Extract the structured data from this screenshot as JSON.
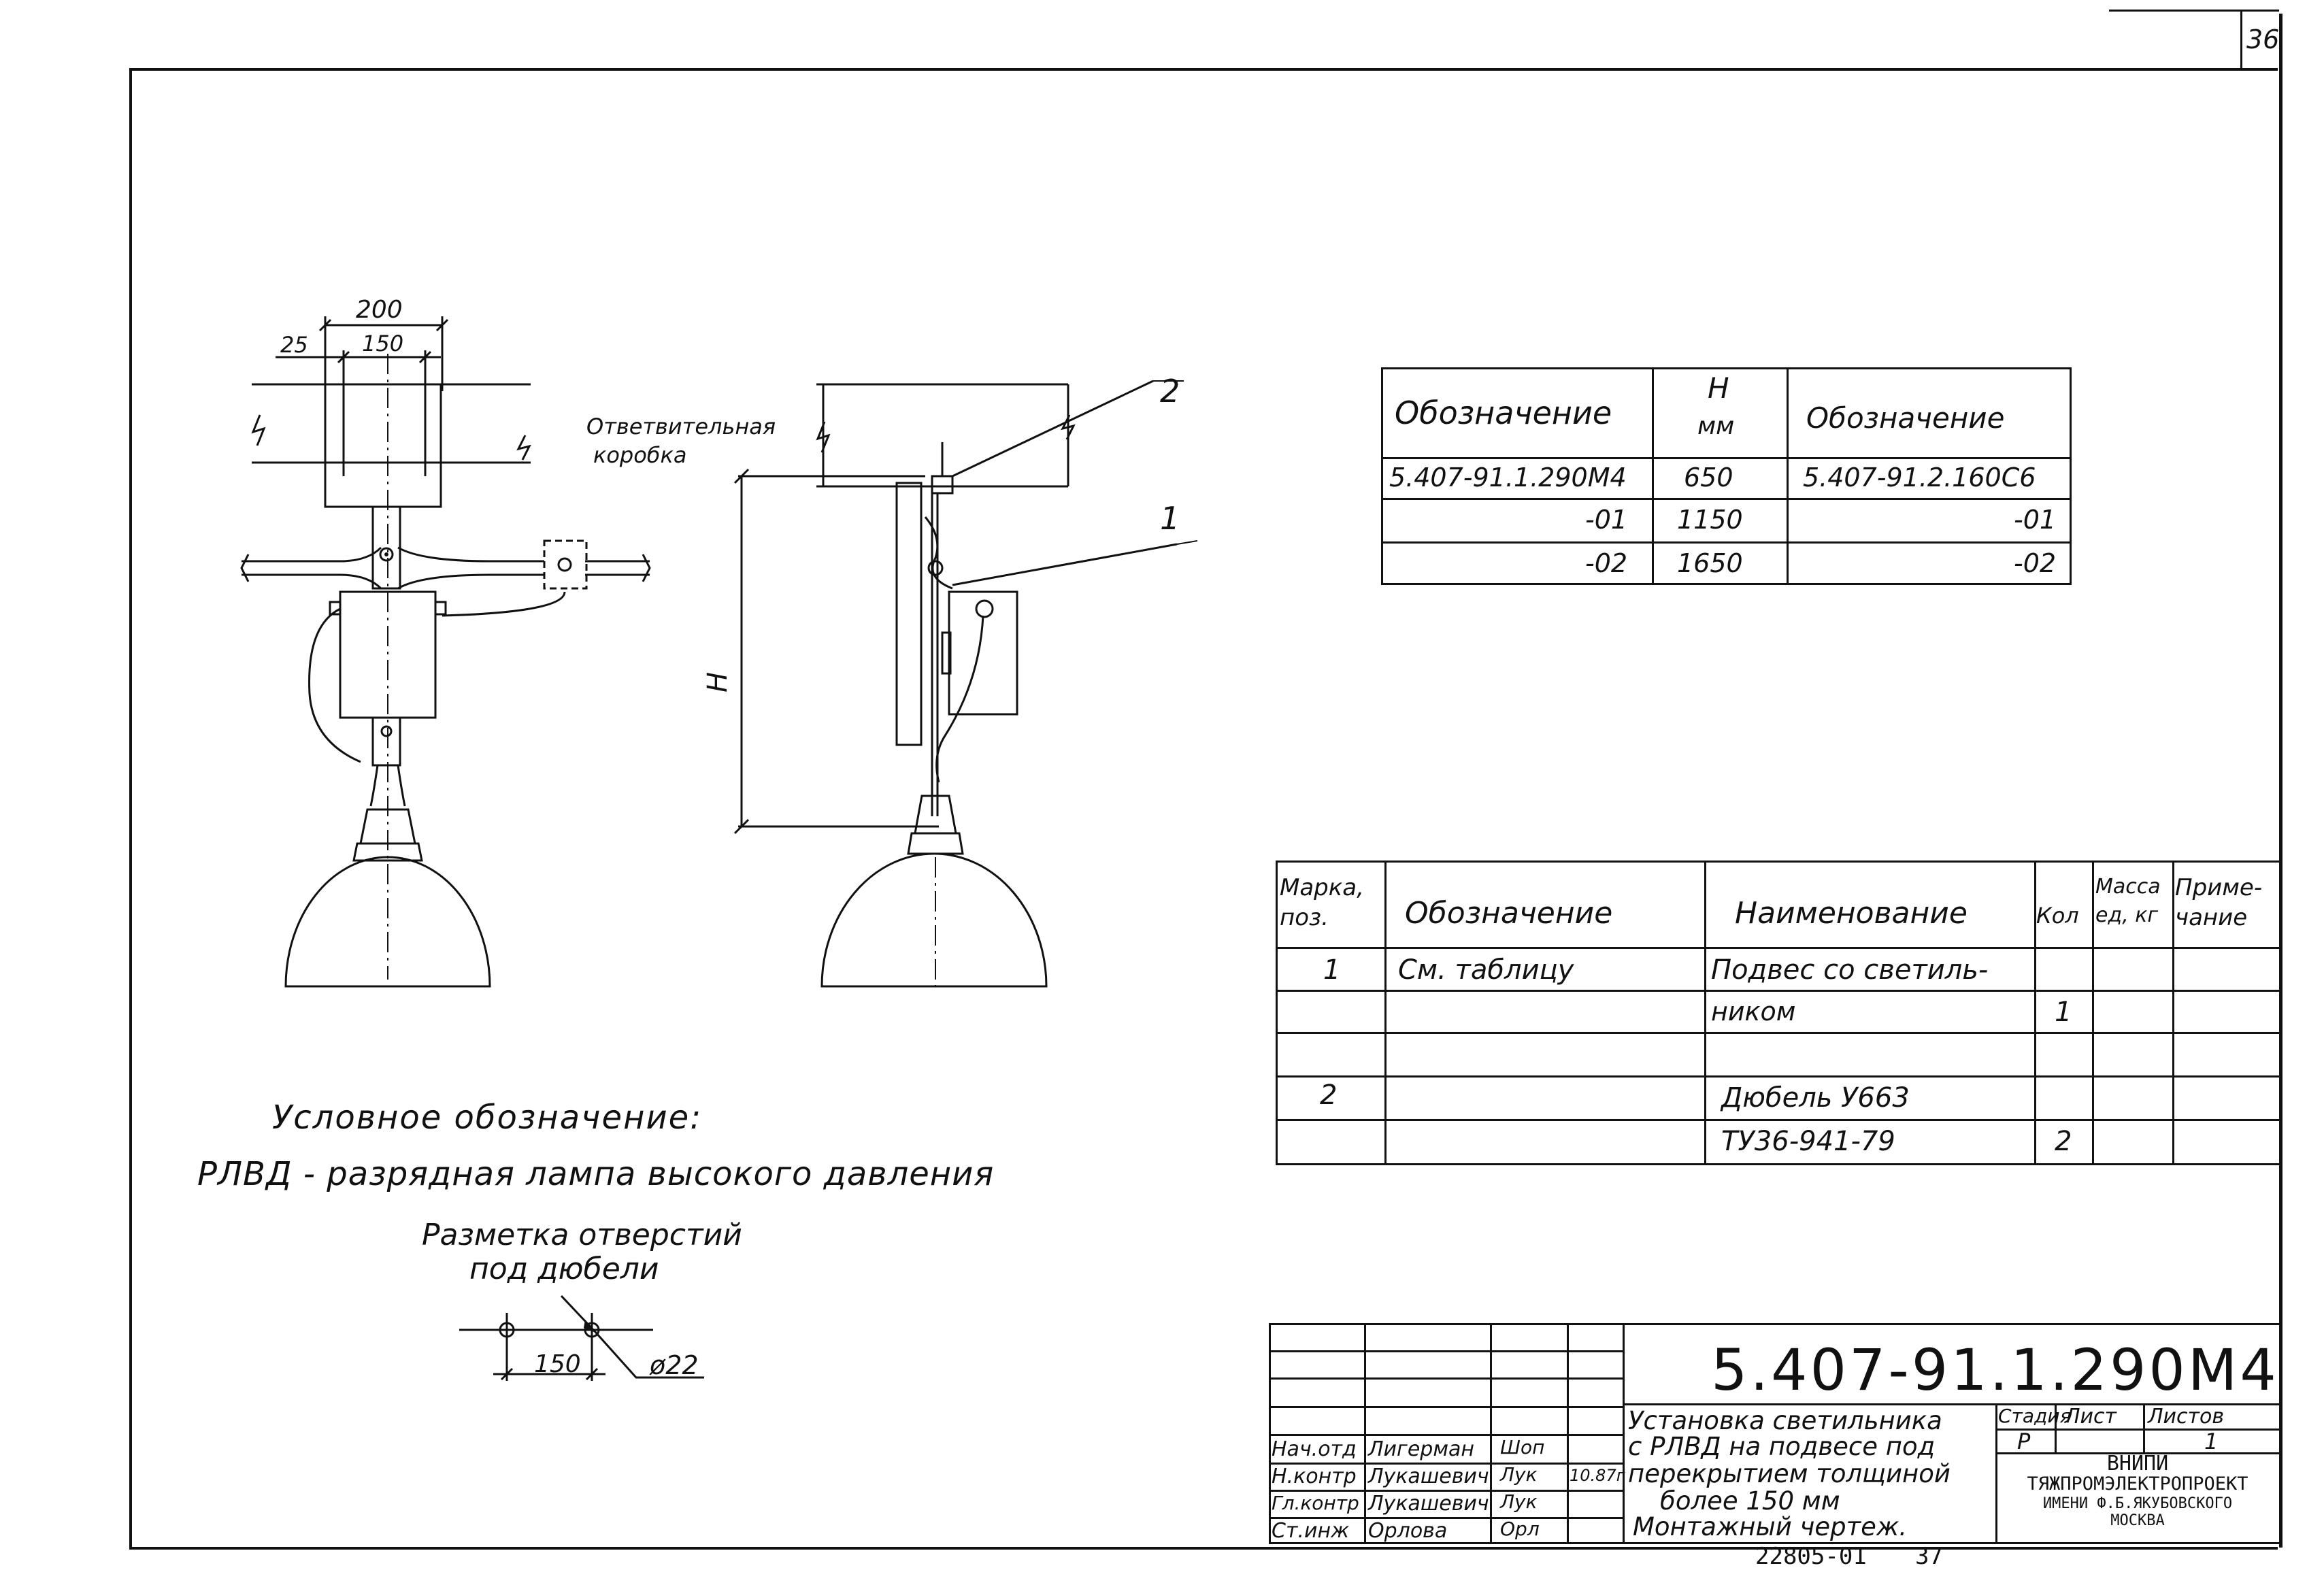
{
  "sheet_number": "36",
  "bottom_note": {
    "number": "22805-01",
    "page": "37"
  },
  "front_view": {
    "dim_total": "200",
    "dim_left": "25",
    "dim_spacing": "150",
    "junction_box_label_line1": "Ответвительная",
    "junction_box_label_line2": "коробка"
  },
  "side_view": {
    "height_label": "H",
    "callout_1": "1",
    "callout_2": "2"
  },
  "h_table": {
    "headers": [
      "Обозначение",
      "H",
      "мм",
      "Обозначение"
    ],
    "rows": [
      [
        "5.407-91.1.290М4",
        "650",
        "5.407-91.2.160С6"
      ],
      [
        "-01",
        "1150",
        "-01"
      ],
      [
        "-02",
        "1650",
        "-02"
      ]
    ]
  },
  "spec_table": {
    "headers": [
      "Марка, поз.",
      "Обозначение",
      "Наименование",
      "Кол",
      "Масса ед, кг",
      "Приме- чание"
    ],
    "rows": [
      [
        "1",
        "См. таблицу",
        "Подвес со светиль-",
        "",
        "",
        ""
      ],
      [
        "",
        "",
        "ником",
        "1",
        "",
        ""
      ],
      [
        "",
        "",
        "",
        "",
        "",
        ""
      ],
      [
        "2",
        "",
        "Дюбель У663",
        "",
        "",
        ""
      ],
      [
        "",
        "",
        "ТУ36-941-79",
        "2",
        "",
        ""
      ]
    ]
  },
  "notes": {
    "legend_title": "Условное обозначение:",
    "legend_text": "РЛВД - разрядная лампа высокого давления",
    "holes_title_line1": "Разметка отверстий",
    "holes_title_line2": "под дюбели",
    "holes_spacing": "150",
    "holes_diameter": "ø22"
  },
  "title_block": {
    "doc_code": "5.407-91.1.290М4",
    "title_lines": [
      "Установка светильника",
      "с РЛВД на подвесе под",
      "перекрытием толщиной",
      "более 150 мм",
      "Монтажный чертеж."
    ],
    "stage_label": "Стадия",
    "sheet_label": "Лист",
    "sheets_label": "Листов",
    "stage": "Р",
    "sheets": "1",
    "org_lines": [
      "ВНИПИ",
      "ТЯЖПРОМЭЛЕКТРОПРОЕКТ",
      "ИМЕНИ Ф.Б.ЯКУБОВСКОГО",
      "МОСКВА"
    ],
    "signers": [
      {
        "role": "Нач.отд",
        "name": "Лигерман",
        "sign": "Шоп"
      },
      {
        "role": "Н.контр",
        "name": "Лукашевич",
        "sign": "Лук",
        "date": "10.87г"
      },
      {
        "role": "Гл.контр",
        "name": "Лукашевич",
        "sign": "Лук"
      },
      {
        "role": "Ст.инж",
        "name": "Орлова",
        "sign": "Орл"
      }
    ]
  }
}
